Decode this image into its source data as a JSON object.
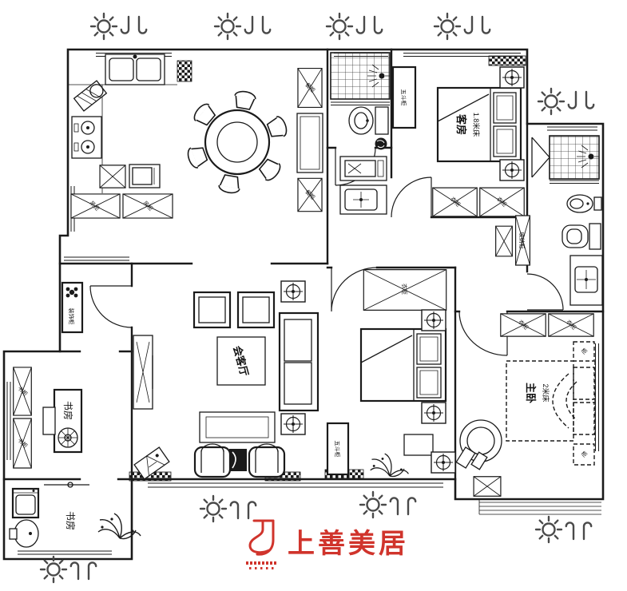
{
  "plan": {
    "type": "residential-floor-plan",
    "labels": {
      "guest_room": "客房",
      "guest_bed_size": "1.8米床",
      "living_room": "会客厅",
      "master_room": "主卧",
      "master_bed_size": "2米床",
      "study": "书房",
      "study_small": "书房",
      "wardrobe": "衣柜",
      "bookcase": "书柜",
      "hanging_cabinet": "吊柜",
      "decor_cabinet": "装饰柜",
      "five_drawer_cabinet": "五斗柜",
      "storage_cabinet": "收纳柜",
      "sideboard": "餐柜",
      "nightstand_cabinet": "柜"
    },
    "symbols": {
      "sun": "sun-icon (daylight direction marker)",
      "wind": "wind-icon (ventilation direction marker)"
    }
  },
  "logo": {
    "name": "上善美居",
    "color": "#d0342c"
  },
  "colors": {
    "line": "#1a1a1a",
    "symbol_gray": "#4a4a4a",
    "logo_red": "#d0342c"
  }
}
